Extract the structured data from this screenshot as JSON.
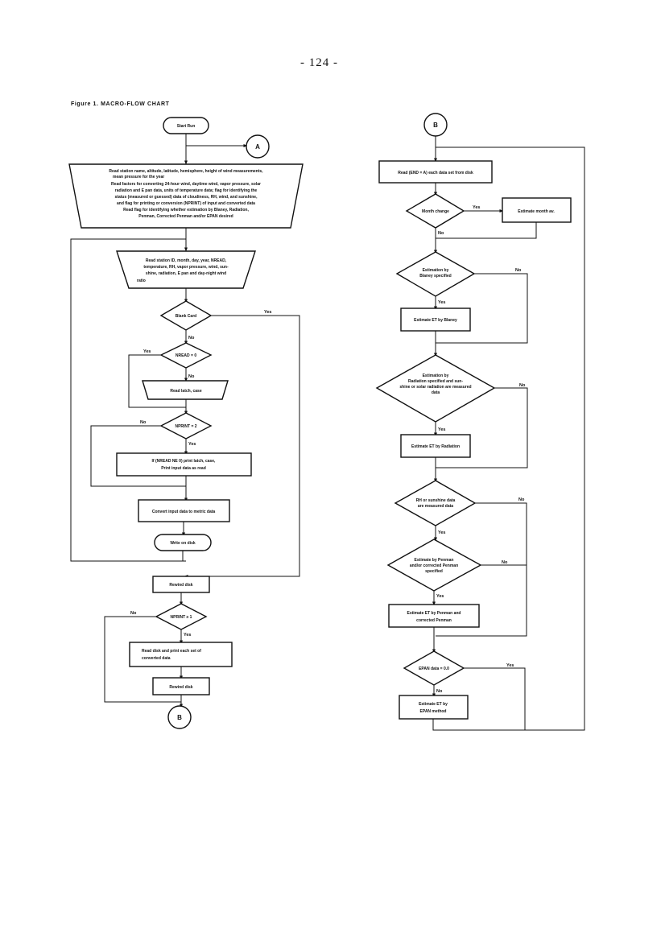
{
  "page": {
    "page_number": "- 124 -",
    "figure_caption": "Figure 1.  MACRO-FLOW CHART"
  },
  "left": {
    "start": "Start Run",
    "connector_a": "A",
    "read_station_lines": [
      "Read station name, altitude, latitude, hemisphere, height of wind measurements,",
      "mean pressure for the year",
      "Read factors for converting 24-hour wind, daytime wind, vapor pressure, solar",
      "radiation and E pan data, units of temperature data; flag for identifying the",
      "status (measured or guessed) data of cloudiness, RH, wind, and sunshine,",
      "and flag for printing or conversion (NPRINT) of input and converted data",
      "Read flag for identifying whether estimation by Blaney, Radiation,",
      "Penman, Corrected Penman and/or EPAN desired"
    ],
    "read_daily_lines": [
      "Read station ID, month, day, year, NREAD,",
      "temperature, RH, vapor pressure, wind, sun-",
      "shine, radiation, E pan and day-night wind",
      "ratio"
    ],
    "blank_card": "Blank Card",
    "blank_card_yes": "Yes",
    "blank_card_no": "No",
    "nread": "NREAD = 0",
    "nread_yes": "Yes",
    "nread_no": "No",
    "read_latch": "Read latch, case",
    "nprint": "NPRINT = 2",
    "nprint_no": "No",
    "nprint_yes": "Yes",
    "print_lines": [
      "If (NREAD NE 0) print latch, case,",
      "Print input data as read"
    ],
    "convert": "Convert input data to metric data",
    "write_disk": "Write on disk",
    "rewind": "Rewind disk",
    "nprint2": "NPRINT ≥ 1",
    "nprint2_no": "No",
    "nprint2_yes": "Yes",
    "read_disk_lines": [
      "Read disk and print each set of",
      "converted data"
    ],
    "rewind2": "Rewind disk",
    "connector_b": "B"
  },
  "right": {
    "connector_b": "B",
    "read_end": "Read (END = A) each data set from disk",
    "month_change": "Month change",
    "month_yes": "Yes",
    "month_no": "No",
    "estimate_month": "Estimate month av.",
    "blaney_q": [
      "Estimation by",
      "Blaney specified"
    ],
    "blaney_no": "No",
    "blaney_yes": "Yes",
    "blaney_est": "Estimate ET by Blaney",
    "radiation_q": [
      "Estimation by",
      "Radiation specified and sun-",
      "shine or solar radiation are measured",
      "data"
    ],
    "radiation_no": "No",
    "radiation_yes": "Yes",
    "radiation_est": "Estimate ET by Radiation",
    "rh_q": [
      "RH or sunshine data",
      "are measured data"
    ],
    "rh_no": "No",
    "rh_yes": "Yes",
    "penman_q": [
      "Estimate by Penman",
      "and/or corrected Penman",
      "specified"
    ],
    "penman_no": "No",
    "penman_yes": "Yes",
    "penman_est": [
      "Estimate ET by Penman and",
      "corrected Penman"
    ],
    "epan_q": "EPAN data = 0.0",
    "epan_yes": "Yes",
    "epan_no": "No",
    "epan_est": [
      "Estimate ET by",
      "EPAN method"
    ]
  }
}
